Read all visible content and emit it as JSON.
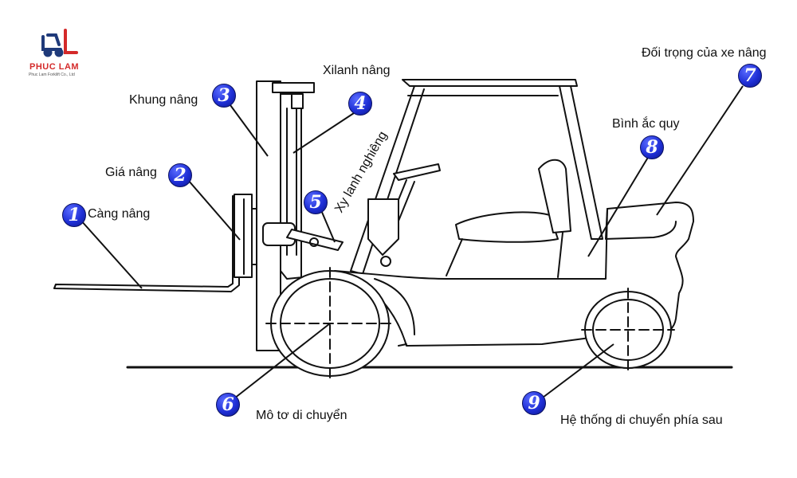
{
  "logo": {
    "name": "PHUC LAM",
    "subtitle": "Phuc Lam Forklift Co., Ltd",
    "colors": {
      "icon": "#1f3a7a",
      "text": "#d42a2a"
    }
  },
  "badge_color": "#1f2fd6",
  "parts": [
    {
      "number": "1",
      "label": "Càng nâng"
    },
    {
      "number": "2",
      "label": "Giá nâng"
    },
    {
      "number": "3",
      "label": "Khung nâng"
    },
    {
      "number": "4",
      "label": "Xilanh nâng"
    },
    {
      "number": "5",
      "label": "Xy lanh nghiêng"
    },
    {
      "number": "6",
      "label": "Mô tơ di chuyển"
    },
    {
      "number": "7",
      "label": "Đối trọng của xe nâng"
    },
    {
      "number": "8",
      "label": "Bình ắc quy"
    },
    {
      "number": "9",
      "label": "Hệ thống di chuyển phía sau"
    }
  ]
}
